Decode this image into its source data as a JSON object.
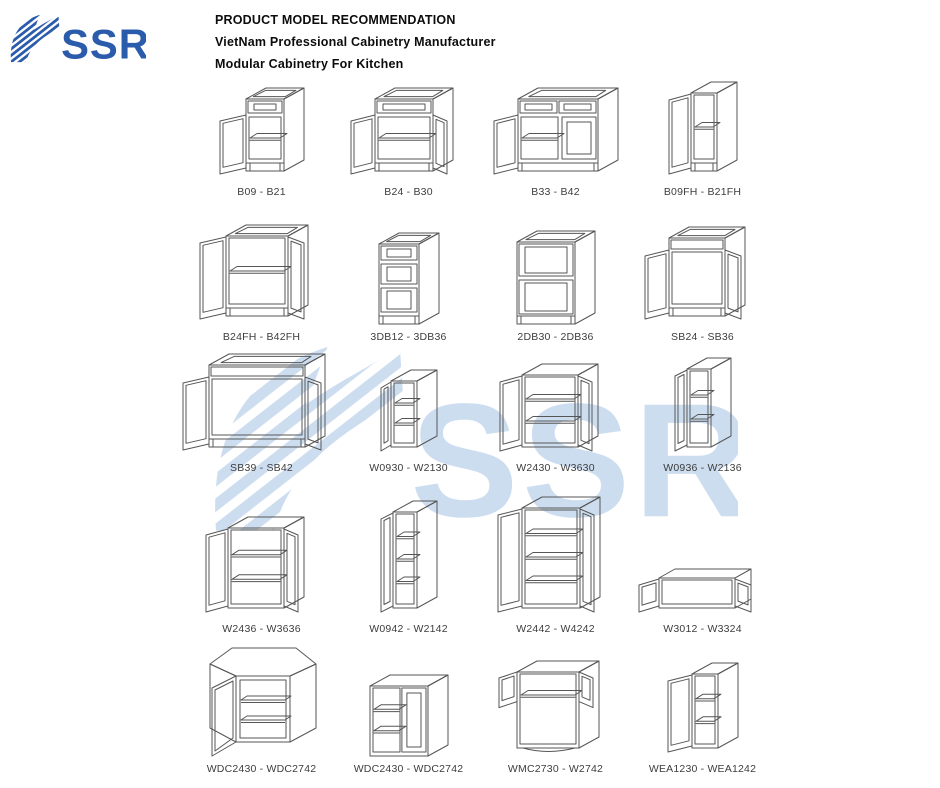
{
  "header": {
    "title": "PRODUCT MODEL RECOMMENDATION",
    "subtitle": "VietNam Professional Cabinetry Manufacturer",
    "subtitle2": "Modular Cabinetry For Kitchen"
  },
  "logo": {
    "text": "SSR",
    "color": "#2b5cac",
    "watermark_color": "#cdddf0"
  },
  "drawing": {
    "stroke": "#565656"
  },
  "products": [
    {
      "label": "B09 - B21",
      "type": "base-cabinet-1-drawer-1-door"
    },
    {
      "label": "B24 - B30",
      "type": "base-cabinet-1-drawer-2-doors"
    },
    {
      "label": "B33 - B42",
      "type": "base-cabinet-2-drawers-2-doors"
    },
    {
      "label": "B09FH - B21FH",
      "type": "full-height-base-1-door"
    },
    {
      "label": "B24FH - B42FH",
      "type": "full-height-base-2-doors"
    },
    {
      "label": "3DB12 - 3DB36",
      "type": "3-drawer-base"
    },
    {
      "label": "2DB30 - 2DB36",
      "type": "2-drawer-base"
    },
    {
      "label": "SB24 - SB36",
      "type": "sink-base-2-doors"
    },
    {
      "label": "SB39 - SB42",
      "type": "sink-base-wide"
    },
    {
      "label": "W0930 - W2130",
      "type": "wall-cabinet-narrow-30"
    },
    {
      "label": "W2430 - W3630",
      "type": "wall-cabinet-2-doors-30"
    },
    {
      "label": "W0936 - W2136",
      "type": "wall-cabinet-narrow-36"
    },
    {
      "label": "W2436 - W3636",
      "type": "wall-cabinet-2-doors-36"
    },
    {
      "label": "W0942 - W2142",
      "type": "wall-cabinet-narrow-42"
    },
    {
      "label": "W2442 - W4242",
      "type": "wall-cabinet-2-doors-42"
    },
    {
      "label": "W3012 - W3324",
      "type": "bridge-wall-cabinet"
    },
    {
      "label": "WDC2430 - WDC2742",
      "type": "diagonal-corner-wall-cabinet"
    },
    {
      "label": "WDC2430 - WDC2742",
      "type": "blind-corner-wall-cabinet"
    },
    {
      "label": "WMC2730 - W2742",
      "type": "microwave-wall-cabinet"
    },
    {
      "label": "WEA1230 - WEA1242",
      "type": "angled-end-wall-cabinet"
    }
  ]
}
